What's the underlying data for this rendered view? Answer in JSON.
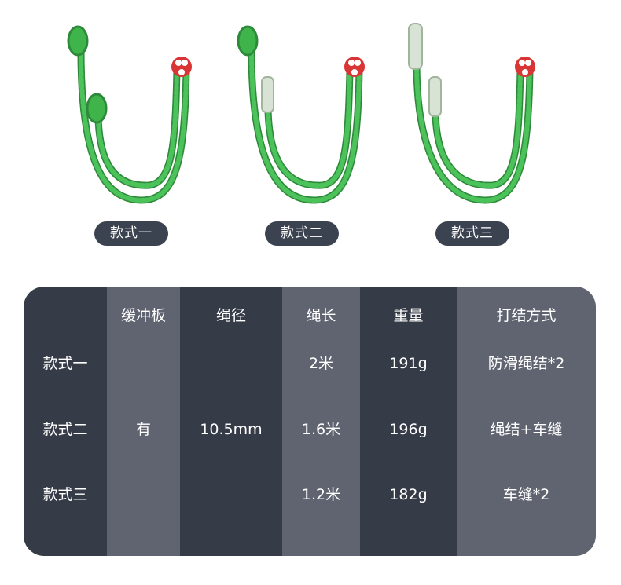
{
  "products": [
    {
      "label": "款式一",
      "rope_color": "#3fb44a",
      "hardware_color": "#d93535"
    },
    {
      "label": "款式二",
      "rope_color": "#3fb44a",
      "hardware_color": "#d93535"
    },
    {
      "label": "款式三",
      "rope_color": "#3fb44a",
      "hardware_color": "#d93535"
    }
  ],
  "table": {
    "headers": [
      "",
      "缓冲板",
      "绳径",
      "绳长",
      "重量",
      "打结方式"
    ],
    "rows": [
      {
        "name": "款式一",
        "length": "2米",
        "weight": "191g",
        "knot": "防滑绳结*2"
      },
      {
        "name": "款式二",
        "length": "1.6米",
        "weight": "196g",
        "knot": "绳结+车缝"
      },
      {
        "name": "款式三",
        "length": "1.2米",
        "weight": "182g",
        "knot": "车缝*2"
      }
    ],
    "buffer_plate": "有",
    "diameter": "10.5mm"
  },
  "colors": {
    "table_dark": "#363b48",
    "table_light": "#5f6470",
    "pill_bg": "#3c4350"
  }
}
